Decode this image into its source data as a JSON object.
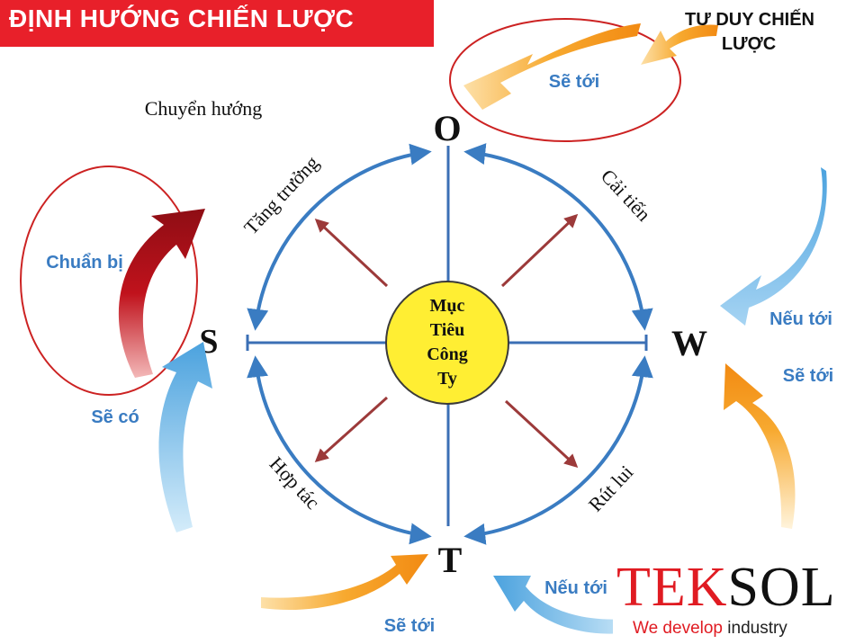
{
  "title": "ĐỊNH HƯỚNG CHIẾN LƯỢC",
  "corner_label": [
    "TƯ DUY  CHIẾN",
    "LƯỢC"
  ],
  "center": [
    "Mục",
    "Tiêu",
    "Công",
    "Ty"
  ],
  "poles": {
    "top": "O",
    "right": "W",
    "bottom": "T",
    "left": "S"
  },
  "quadrants": {
    "top_left": "Tăng trưởng",
    "top_right": "Cải tiến",
    "bottom_left": "Hợp tác",
    "bottom_right": "Rút lui"
  },
  "side_labels": {
    "change_direction": "Chuyển hướng",
    "prepare": "Chuẩn bị",
    "will_have": "Sẽ có",
    "will_go_top": "Sẽ tới",
    "if_go_right": "Nếu tới",
    "will_go_right": "Sẽ tới",
    "if_go_bottom": "Nếu tới",
    "will_go_bottom": "Sẽ tới"
  },
  "logo": {
    "part1": "TEK",
    "part2": "SOL",
    "tagline_part1": "We develop",
    "tagline_part2": " industry"
  },
  "colors": {
    "title_bg": "#e8202a",
    "circle": "#3a7cc2",
    "axis": "#3b6fb5",
    "center_fill": "#ffee33",
    "diag_arrow": "#9c3a3a",
    "label_blue": "#3a7cc2",
    "ellipse": "#cc2222",
    "orange_arrow": "#f5a623",
    "blue_arrow": "#4aa3e0",
    "red_arrow": "#b8121b"
  }
}
